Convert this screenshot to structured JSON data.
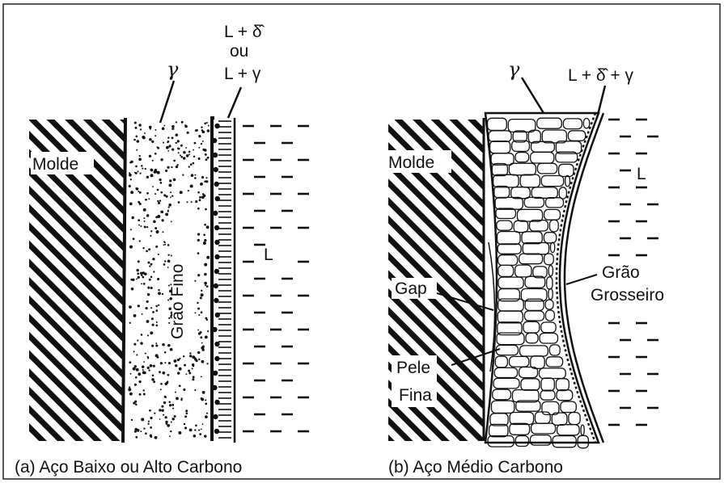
{
  "panel_a": {
    "label_gamma": "γ",
    "label_interface": [
      "L + δ̂",
      "ou",
      "L + γ"
    ],
    "label_mold": "Molde",
    "label_liquid": "L",
    "label_grain": "Grão Fino",
    "caption": "(a) Aço Baixo ou Alto Carbono"
  },
  "panel_b": {
    "label_gamma": "γ",
    "label_interface": "L + δ̂ + γ",
    "label_mold": "Molde",
    "label_liquid": "L",
    "label_gap": "Gap",
    "label_grain": [
      "Grão",
      "Grosseiro"
    ],
    "label_skin": [
      "Pele",
      "Fina"
    ],
    "caption": "(b) Aço Médio Carbono"
  },
  "colors": {
    "ink": "#111111",
    "border": "#222222",
    "background": "#ffffff"
  }
}
